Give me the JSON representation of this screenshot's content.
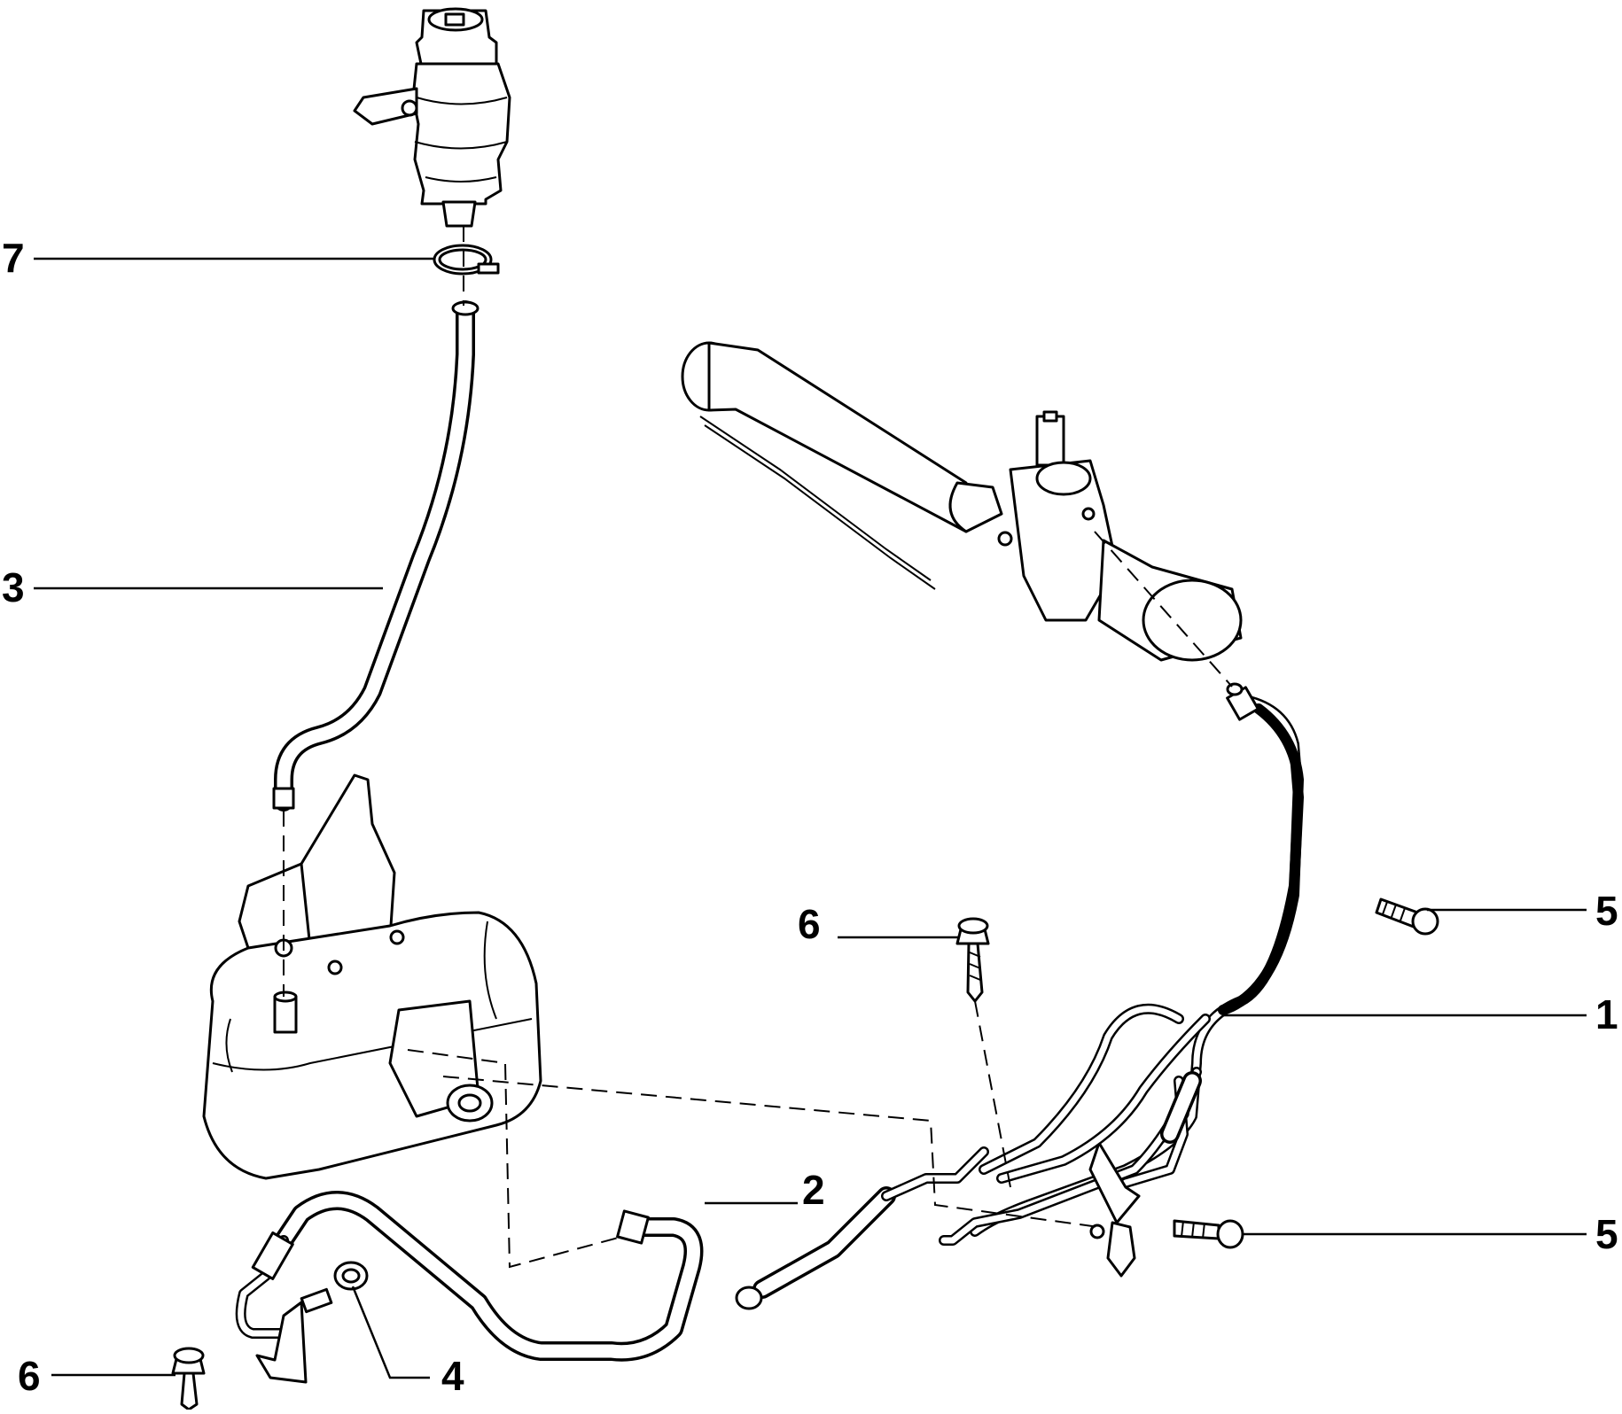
{
  "callouts": {
    "c7": "7",
    "c3": "3",
    "c5_top": "5",
    "c6_mid": "6",
    "c1": "1",
    "c2": "2",
    "c5_bottom": "5",
    "c6_bottom": "6",
    "c4": "4"
  }
}
